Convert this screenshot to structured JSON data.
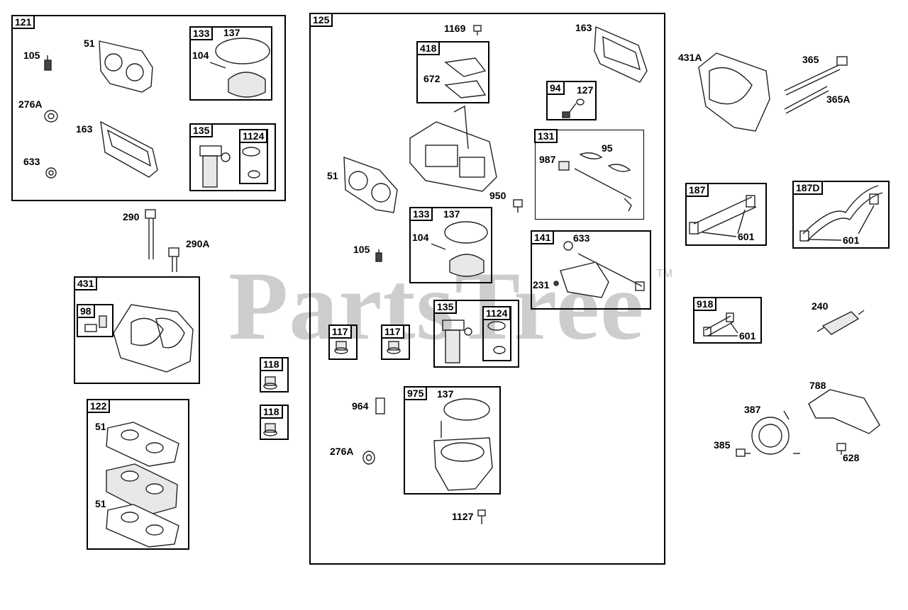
{
  "watermark": {
    "text": "PartsTree",
    "tm": "TM"
  },
  "boxes": [
    {
      "name": "kit-121",
      "tag": "121"
    },
    {
      "name": "kit-133-a",
      "tag": "133"
    },
    {
      "name": "kit-135-a",
      "tag": "135"
    },
    {
      "name": "kit-1124-a",
      "tag": "1124"
    },
    {
      "name": "kit-431",
      "tag": "431"
    },
    {
      "name": "kit-98",
      "tag": "98"
    },
    {
      "name": "kit-122",
      "tag": "122"
    },
    {
      "name": "kit-118-a",
      "tag": "118"
    },
    {
      "name": "kit-118-b",
      "tag": "118"
    },
    {
      "name": "kit-125",
      "tag": "125"
    },
    {
      "name": "kit-418",
      "tag": "418"
    },
    {
      "name": "kit-94",
      "tag": "94"
    },
    {
      "name": "kit-131",
      "tag": "131"
    },
    {
      "name": "kit-133-b",
      "tag": "133"
    },
    {
      "name": "kit-141",
      "tag": "141"
    },
    {
      "name": "kit-117-a",
      "tag": "117"
    },
    {
      "name": "kit-117-b",
      "tag": "117"
    },
    {
      "name": "kit-135-b",
      "tag": "135"
    },
    {
      "name": "kit-1124-b",
      "tag": "1124"
    },
    {
      "name": "kit-975",
      "tag": "975"
    },
    {
      "name": "kit-187",
      "tag": "187"
    },
    {
      "name": "kit-187d",
      "tag": "187D"
    },
    {
      "name": "kit-918",
      "tag": "918"
    }
  ],
  "labels": [
    {
      "name": "part-105-a",
      "text": "105"
    },
    {
      "name": "part-51-a",
      "text": "51"
    },
    {
      "name": "part-137-a",
      "text": "137"
    },
    {
      "name": "part-104-a",
      "text": "104"
    },
    {
      "name": "part-276a-a",
      "text": "276A"
    },
    {
      "name": "part-163-a",
      "text": "163"
    },
    {
      "name": "part-633-a",
      "text": "633"
    },
    {
      "name": "part-290",
      "text": "290"
    },
    {
      "name": "part-290a",
      "text": "290A"
    },
    {
      "name": "part-51-b",
      "text": "51"
    },
    {
      "name": "part-51-c",
      "text": "51"
    },
    {
      "name": "part-1169",
      "text": "1169"
    },
    {
      "name": "part-163-b",
      "text": "163"
    },
    {
      "name": "part-672",
      "text": "672"
    },
    {
      "name": "part-127",
      "text": "127"
    },
    {
      "name": "part-51-d",
      "text": "51"
    },
    {
      "name": "part-95",
      "text": "95"
    },
    {
      "name": "part-987",
      "text": "987"
    },
    {
      "name": "part-950",
      "text": "950"
    },
    {
      "name": "part-137-b",
      "text": "137"
    },
    {
      "name": "part-104-b",
      "text": "104"
    },
    {
      "name": "part-105-b",
      "text": "105"
    },
    {
      "name": "part-633-b",
      "text": "633"
    },
    {
      "name": "part-231",
      "text": "231"
    },
    {
      "name": "part-964",
      "text": "964"
    },
    {
      "name": "part-137-c",
      "text": "137"
    },
    {
      "name": "part-276a-b",
      "text": "276A"
    },
    {
      "name": "part-1127",
      "text": "1127"
    },
    {
      "name": "part-431a",
      "text": "431A"
    },
    {
      "name": "part-365",
      "text": "365"
    },
    {
      "name": "part-365a",
      "text": "365A"
    },
    {
      "name": "part-601-a",
      "text": "601"
    },
    {
      "name": "part-601-b",
      "text": "601"
    },
    {
      "name": "part-601-c",
      "text": "601"
    },
    {
      "name": "part-240",
      "text": "240"
    },
    {
      "name": "part-788",
      "text": "788"
    },
    {
      "name": "part-387",
      "text": "387"
    },
    {
      "name": "part-385",
      "text": "385"
    },
    {
      "name": "part-628",
      "text": "628"
    }
  ]
}
